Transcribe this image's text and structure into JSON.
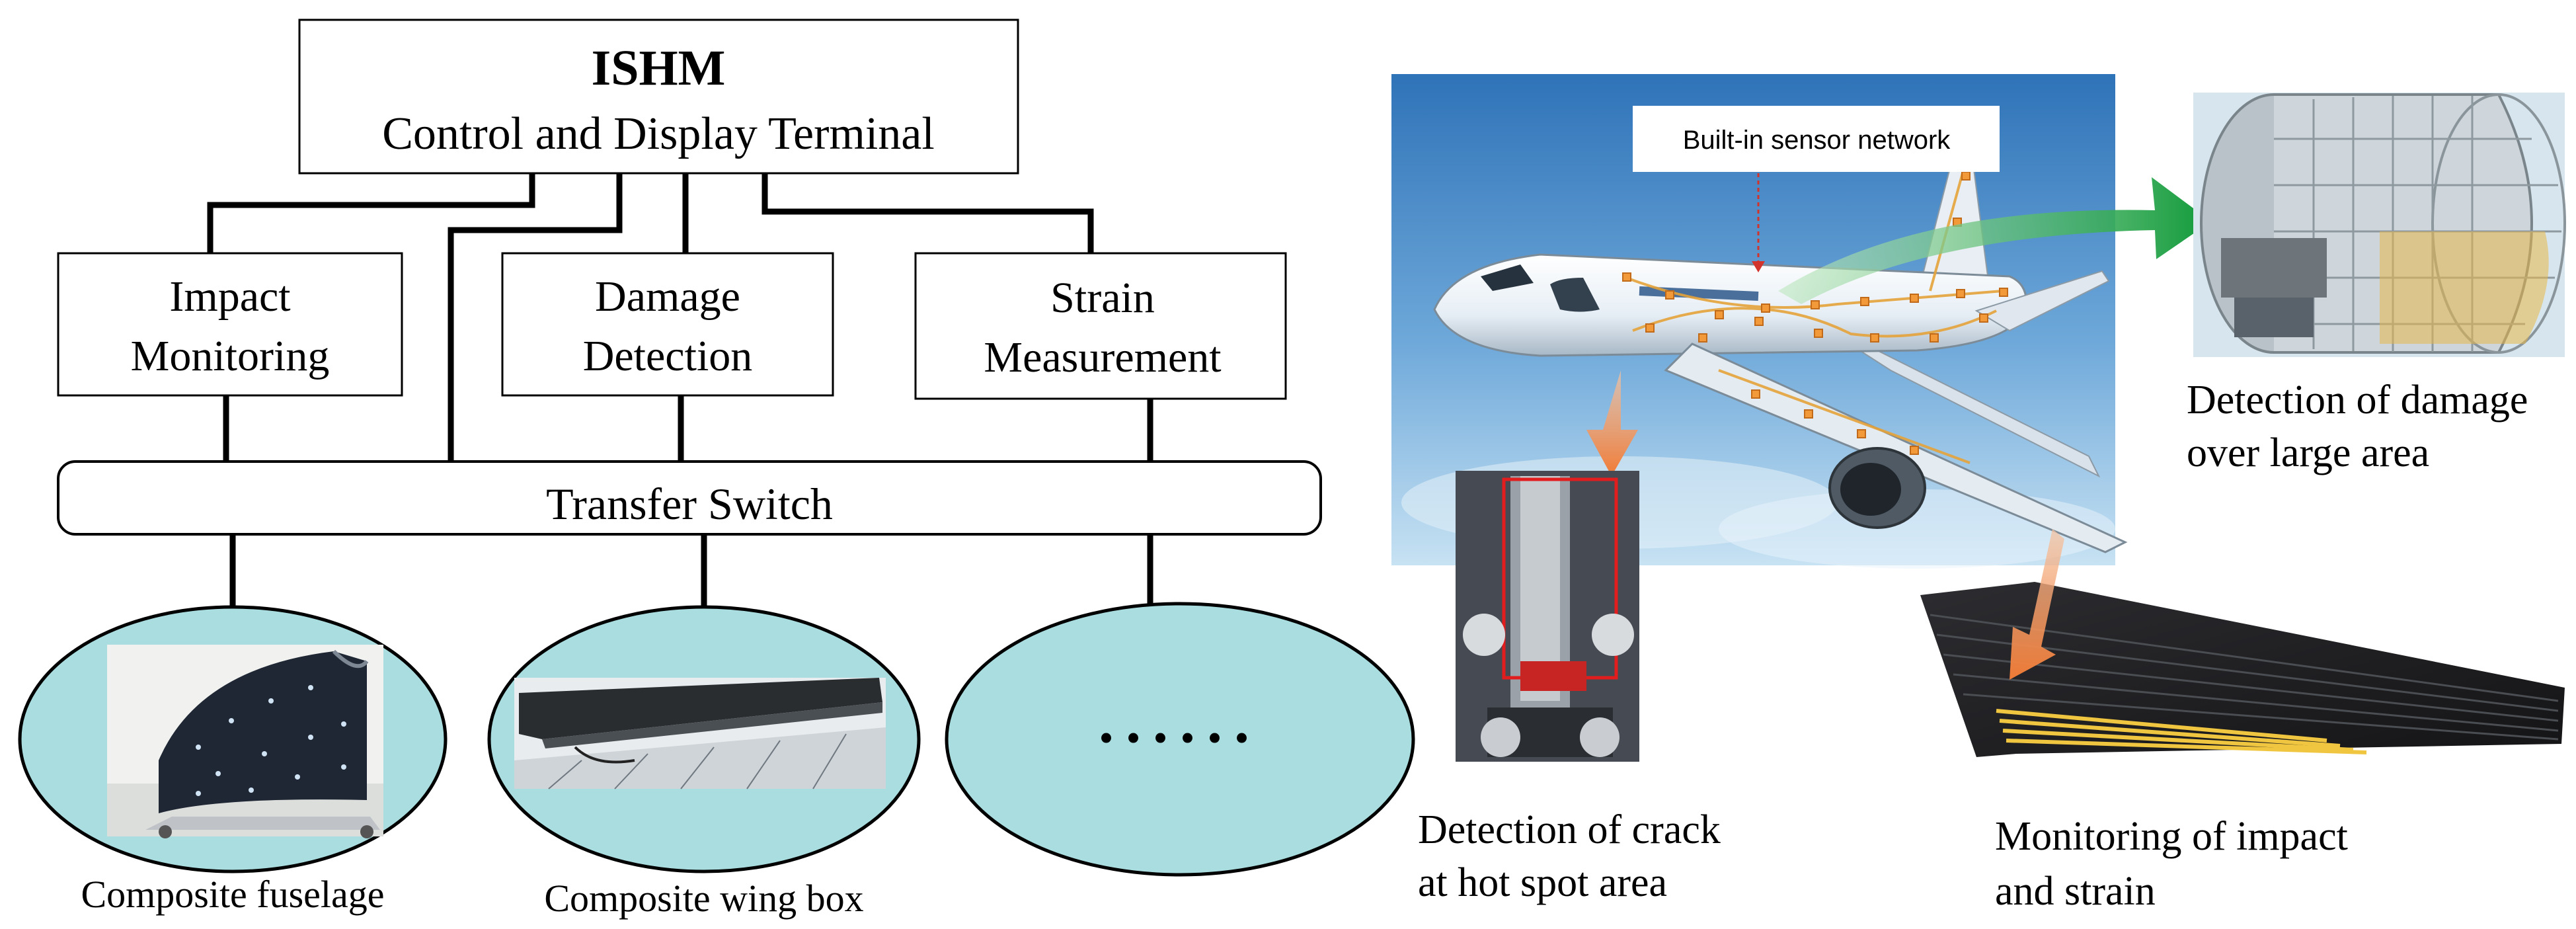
{
  "system": {
    "title": "ISHM",
    "subtitle": "Control and Display Terminal"
  },
  "modules": [
    {
      "line1": "Impact",
      "line2": "Monitoring"
    },
    {
      "line1": "Damage",
      "line2": "Detection"
    },
    {
      "line1": "Strain",
      "line2": "Measurement"
    }
  ],
  "switch_label": "Transfer Switch",
  "structures": [
    {
      "label": "Composite fuselage"
    },
    {
      "label": "Composite wing box"
    },
    {
      "label": "......"
    }
  ],
  "aircraft": {
    "sensor_label": "Built-in  sensor network"
  },
  "captions": {
    "damage_line1": "Detection of damage",
    "damage_line2": "over large area",
    "crack_line1": "Detection of crack",
    "crack_line2": "at hot spot area",
    "impact_line1": "Monitoring of impact",
    "impact_line2": "and strain"
  },
  "colors": {
    "ellipse_fill": "#a9dde0",
    "sky_top": "#3b7fc0",
    "sky_bottom": "#bcdcf0",
    "arrow_orange": "#f08a4b",
    "arrow_green": "#1f9a40"
  }
}
